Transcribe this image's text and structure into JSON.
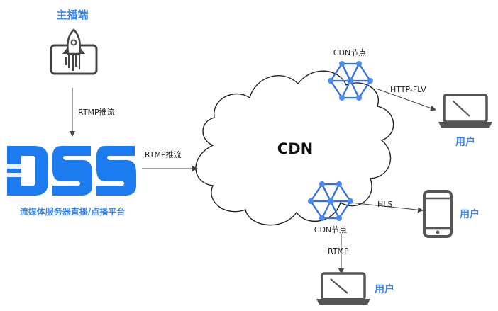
{
  "broadcaster": {
    "label": "主播端",
    "icon": "rocket-phone-icon"
  },
  "server": {
    "logo_text": "DSS",
    "label": "流媒体服务器直播/点播平台"
  },
  "cdn": {
    "label": "CDN"
  },
  "nodes": {
    "top_label": "CDN节点",
    "bottom_label": "CDN节点",
    "icon": "network-node-icon"
  },
  "edges": {
    "push_down": "RTMP推流",
    "push_right": "RTMP推流",
    "http_flv": "HTTP-FLV",
    "hls": "HLS",
    "rtmp": "RTMP"
  },
  "users": {
    "top": "用户",
    "right": "用户",
    "bottom": "用户"
  },
  "colors": {
    "accent": "#3a86e8",
    "node_line": "#2f6fe0",
    "node_dot": "#4a8cf0",
    "device": "#555555"
  }
}
